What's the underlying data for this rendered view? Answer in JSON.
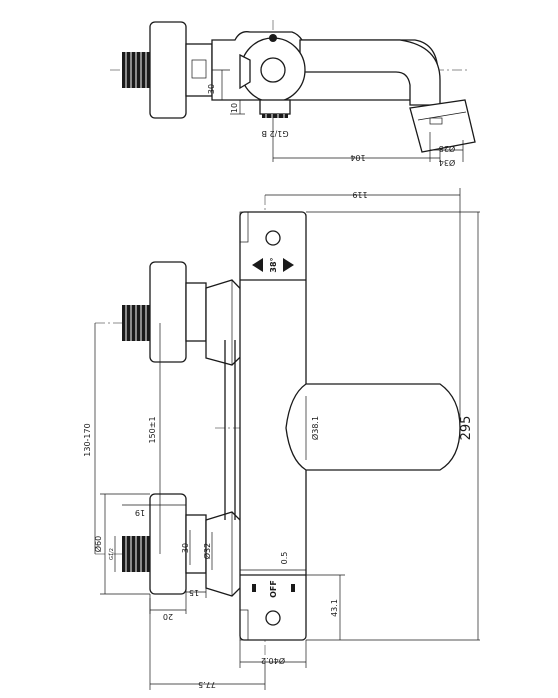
{
  "top_view": {
    "dimensions": {
      "height_30": "30",
      "height_10": "10",
      "thread": "G1/2 B",
      "length_104": "104",
      "dia_28": "Ø28",
      "dia_34": "Ø34"
    }
  },
  "front_view": {
    "dimensions": {
      "width_119": "119",
      "height_295": "295",
      "dia_38_1": "Ø38.1",
      "centers_range": "130-170",
      "offset_150": "150±1",
      "dia_60": "Ø60",
      "thread_small": "G1/2",
      "depth_19": "19",
      "len_30": "30",
      "dia_32": "Ø32",
      "len_15": "15",
      "len_20": "20",
      "gap_0_5": "0.5",
      "len_43_1": "43.1",
      "dia_40_2": "Ø40.2",
      "len_77_5": "77.5"
    },
    "labels": {
      "temp": "38°",
      "off": "OFF"
    }
  }
}
